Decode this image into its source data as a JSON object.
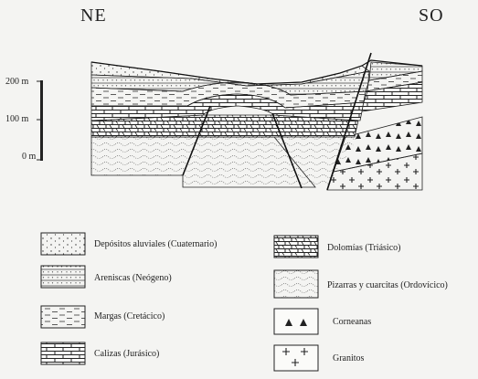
{
  "orientation": {
    "left": "NE",
    "right": "SO"
  },
  "scale": {
    "labels": [
      "200 m",
      "100 m",
      "0 m"
    ]
  },
  "legend": [
    {
      "pattern": "aluvial",
      "label": "Depósitos aluviales (Cuaternario)"
    },
    {
      "pattern": "arenisca",
      "label": "Areniscas (Neógeno)"
    },
    {
      "pattern": "marga",
      "label": "Margas (Cretácico)"
    },
    {
      "pattern": "caliza",
      "label": "Calizas (Jurásico)"
    },
    {
      "pattern": "dolomia",
      "label": "Dolomías (Triásico)"
    },
    {
      "pattern": "pizarra",
      "label": "Pizarras y cuarcitas (Ordovícico)"
    },
    {
      "pattern": "corneana",
      "label": "Corneanas"
    },
    {
      "pattern": "granito",
      "label": "Granitos"
    }
  ]
}
